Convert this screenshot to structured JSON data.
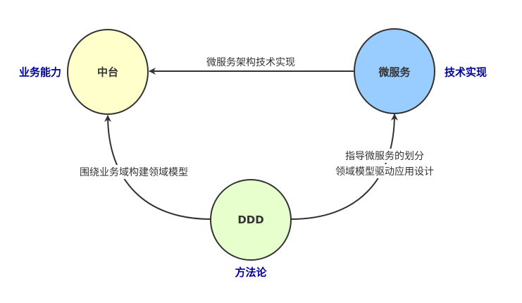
{
  "nodes": {
    "zhongtai": {
      "label": "中台",
      "side_label": "业务能力",
      "fill": "#FFFFCC"
    },
    "microservice": {
      "label": "微服务",
      "side_label": "技术实现",
      "fill": "#99CCFF"
    },
    "ddd": {
      "label": "DDD",
      "side_label": "方法论",
      "fill": "#E6FFCC"
    }
  },
  "edges": {
    "microservice_to_zhongtai": "微服务架构技术实现",
    "ddd_to_zhongtai": "围绕业务域构建领域模型",
    "ddd_to_microservice_line1": "指导微服务的划分",
    "ddd_to_microservice_line2": "领域模型驱动应用设计"
  },
  "colors": {
    "stroke": "#333333",
    "side_label": "#000099"
  }
}
